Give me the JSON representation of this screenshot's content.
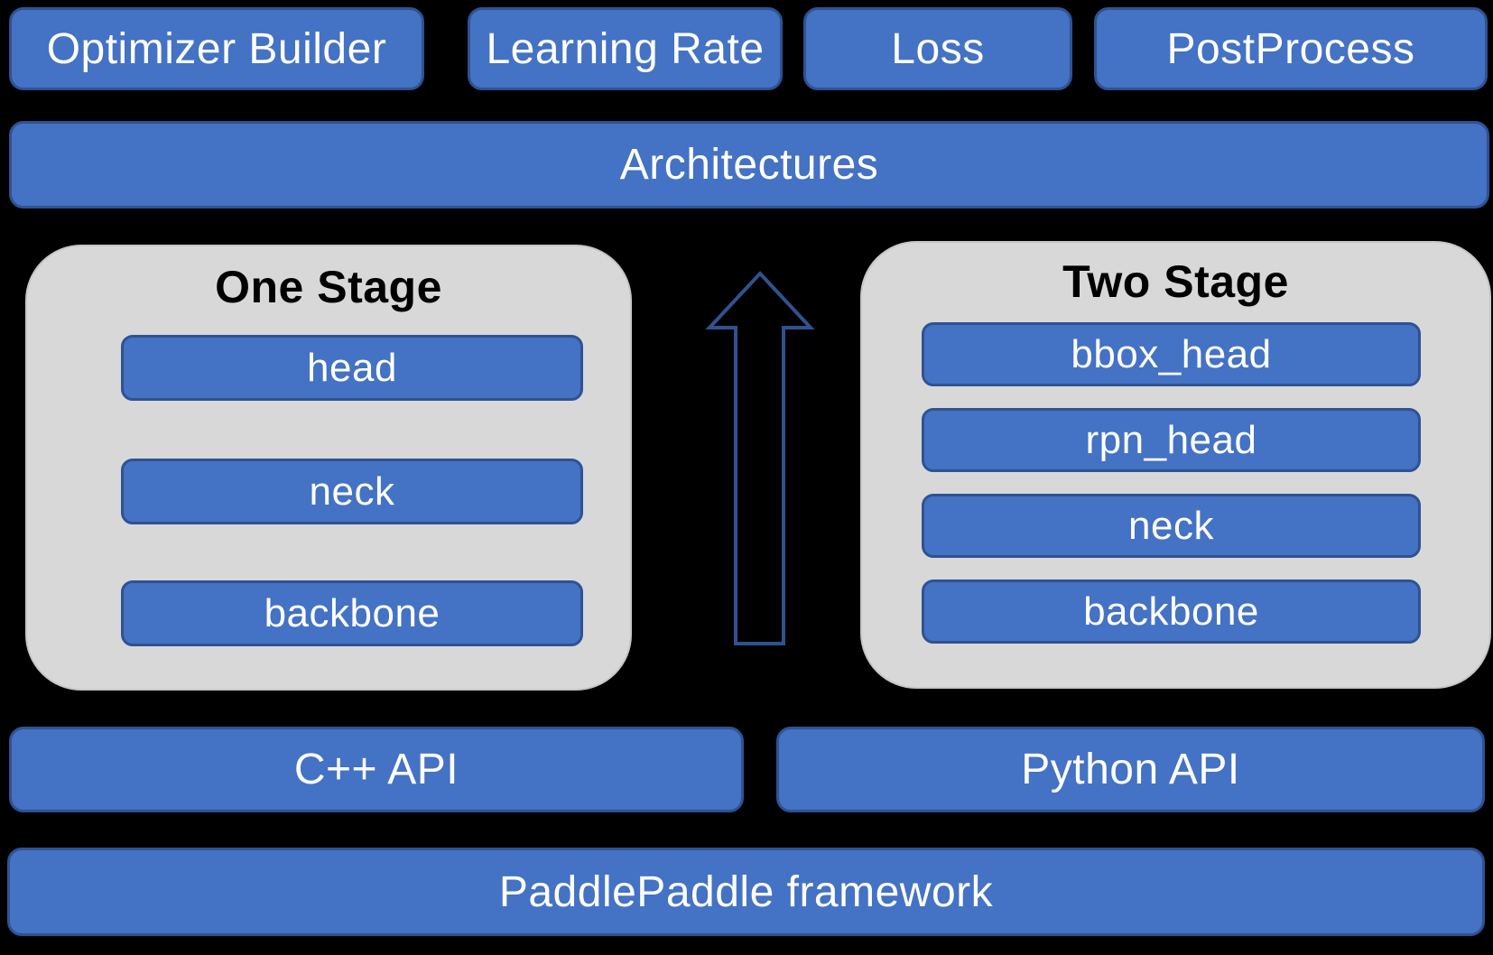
{
  "colors": {
    "background": "#000000",
    "accent_fill": "#4472C4",
    "accent_border": "#2F5291",
    "container_fill": "#D8D8D8",
    "container_border": "#C6C6C6",
    "arrow_stroke": "#2F528F",
    "text_light": "#FFFFFF",
    "text_dark": "#000000"
  },
  "top_row": {
    "optimizer_builder": "Optimizer Builder",
    "learning_rate": "Learning Rate",
    "loss": "Loss",
    "postprocess": "PostProcess"
  },
  "architectures": {
    "label": "Architectures"
  },
  "one_stage": {
    "title": "One Stage",
    "layers": [
      "head",
      "neck",
      "backbone"
    ]
  },
  "two_stage": {
    "title": "Two Stage",
    "layers": [
      "bbox_head",
      "rpn_head",
      "neck",
      "backbone"
    ]
  },
  "arrow": {
    "meaning": "stages feed into Architectures"
  },
  "api_row": {
    "cpp_api": "C++ API",
    "python_api": "Python API"
  },
  "framework": {
    "label": "PaddlePaddle framework"
  }
}
